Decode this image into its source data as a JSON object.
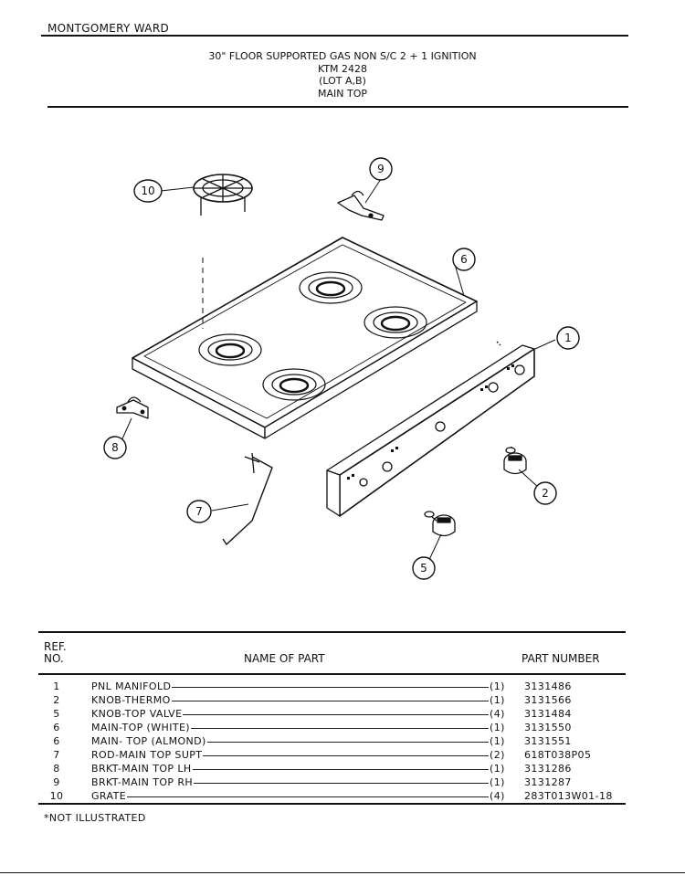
{
  "header": {
    "brand": "MONTGOMERY WARD",
    "title_lines": [
      "30\" FLOOR SUPPORTED GAS NON S/C 2 + 1 IGNITION",
      "KTM 2428",
      "(LOT A,B)",
      "MAIN TOP"
    ]
  },
  "diagram": {
    "callouts": [
      "1",
      "2",
      "5",
      "6",
      "7",
      "8",
      "9",
      "10"
    ]
  },
  "table": {
    "headers": {
      "ref_line1": "REF.",
      "ref_line2": "NO.",
      "name": "NAME OF PART",
      "part": "PART NUMBER"
    },
    "rows": [
      {
        "ref": "1",
        "name": "PNL MANIFOLD",
        "qty": "(1)",
        "part": "3131486"
      },
      {
        "ref": "2",
        "name": "KNOB-THERMO",
        "qty": "(1)",
        "part": "3131566"
      },
      {
        "ref": "5",
        "name": "KNOB-TOP VALVE",
        "qty": "(4)",
        "part": "3131484"
      },
      {
        "ref": "6",
        "name": "MAIN-TOP (WHITE)",
        "qty": "(1)",
        "part": "3131550"
      },
      {
        "ref": "6",
        "name": "MAIN- TOP (ALMOND)",
        "qty": "(1)",
        "part": "3131551"
      },
      {
        "ref": "7",
        "name": "ROD-MAIN TOP SUPT",
        "qty": "(2)",
        "part": "618T038P05"
      },
      {
        "ref": "8",
        "name": "BRKT-MAIN TOP LH",
        "qty": "(1)",
        "part": "3131286"
      },
      {
        "ref": "9",
        "name": "BRKT-MAIN TOP RH",
        "qty": "(1)",
        "part": "3131287"
      },
      {
        "ref": "10",
        "name": "GRATE",
        "qty": "(4)",
        "part": "283T013W01-18"
      }
    ],
    "footnote": "*NOT ILLUSTRATED"
  }
}
